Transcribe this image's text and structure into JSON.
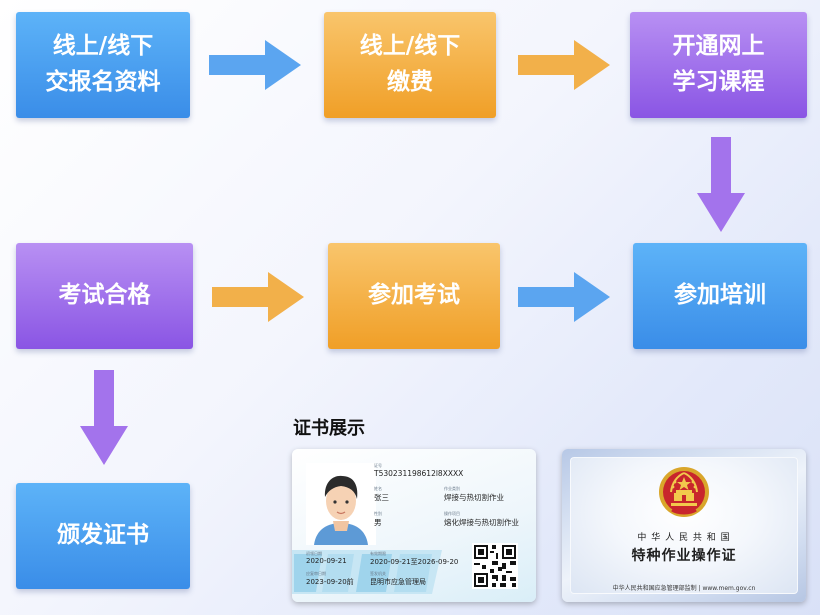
{
  "flow": {
    "steps": [
      {
        "id": "submit",
        "label": "线上/线下\n交报名资料"
      },
      {
        "id": "pay",
        "label": "线上/线下\n缴费"
      },
      {
        "id": "online",
        "label": "开通网上\n学习课程"
      },
      {
        "id": "training",
        "label": "参加培训"
      },
      {
        "id": "exam",
        "label": "参加考试"
      },
      {
        "id": "pass",
        "label": "考试合格"
      },
      {
        "id": "certificate",
        "label": "颁发证书"
      }
    ]
  },
  "colors": {
    "blue": "#3a8de8",
    "orange": "#f09f27",
    "purple": "#8a55e4"
  },
  "showcase": {
    "title": "证书展示",
    "id_card": {
      "id_label": "证号",
      "id_number": "T530231198612l8XXXX",
      "name_label": "姓名",
      "name": "张三",
      "category_label": "作业类别",
      "category": "焊接与热切割作业",
      "gender_label": "性别",
      "gender": "男",
      "project_label": "操作项目",
      "project": "熔化焊接与热切割作业",
      "first_issue_label": "初领日期",
      "first_issue": "2020-09-21",
      "valid_label": "有效期限",
      "valid": "2020-09-21至2026-09-20",
      "review_label": "应复审日期",
      "review": "2023-09-20前",
      "issuer_label": "签发机关",
      "issuer": "昆明市应急管理局"
    },
    "cover": {
      "country": "中 华 人 民 共 和 国",
      "title": "特种作业操作证",
      "footer": "中华人民共和国应急管理部监制 | www.mem.gov.cn"
    }
  }
}
